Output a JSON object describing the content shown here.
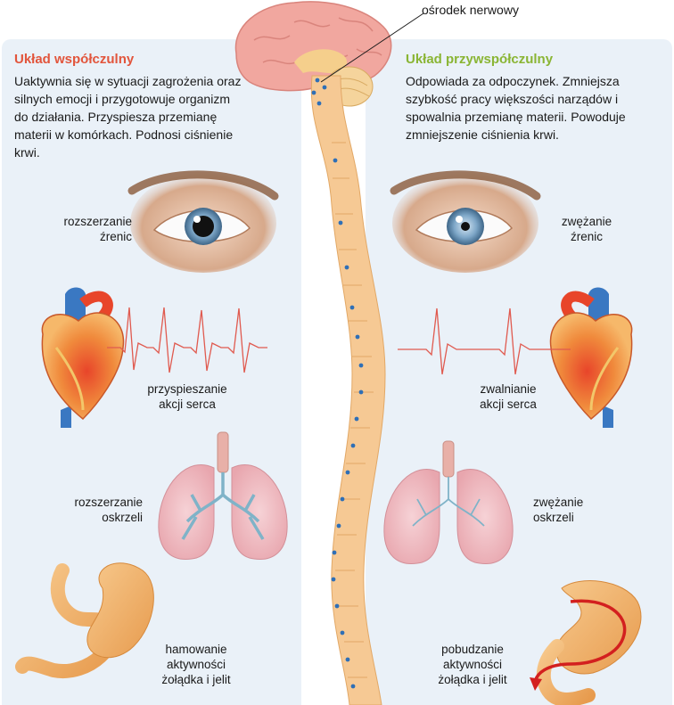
{
  "callout": {
    "label": "ośrodek nerwowy"
  },
  "sympathetic": {
    "title": "Układ współczulny",
    "description": "Uaktywnia się w sytuacji zagrożenia oraz silnych emocji i przygotowuje organizm do działania. Przyspiesza przemianę materii w komórkach. Podnosi ciśnienie krwi.",
    "effects": {
      "pupils": [
        "rozszerzanie",
        "źrenic"
      ],
      "heart": [
        "przyspieszanie",
        "akcji serca"
      ],
      "bronchi": [
        "rozszerzanie",
        "oskrzeli"
      ],
      "digestion": [
        "hamowanie",
        "aktywności",
        "żołądka i jelit"
      ]
    }
  },
  "parasympathetic": {
    "title": "Układ przywspółczulny",
    "description": "Odpowiada za odpoczynek. Zmniejsza szybkość pracy większości narządów i spowalnia przemianę materii. Powoduje zmniejszenie ciśnienia krwi.",
    "effects": {
      "pupils": [
        "zwężanie",
        "źrenic"
      ],
      "heart": [
        "zwalnianie",
        "akcji serca"
      ],
      "bronchi": [
        "zwężanie",
        "oskrzeli"
      ],
      "digestion": [
        "pobudzanie",
        "aktywności",
        "żołądka i jelit"
      ]
    }
  },
  "colors": {
    "sympathetic_title": "#e2553c",
    "parasympathetic_title": "#8ab534",
    "panel_bg": "#eaf1f8",
    "spinal_cord": "#f6c994",
    "nerve_dots": "#2f6fb6",
    "ecg_line": "#e05a4f"
  }
}
